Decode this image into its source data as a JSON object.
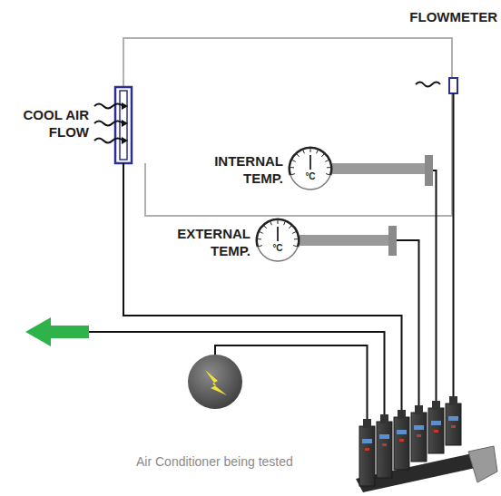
{
  "diagram": {
    "nodes": [
      {
        "text": [
          "°C"
        ]
      },
      {
        "text": [
          "°C"
        ]
      }
    ],
    "labels": [
      "FLOWMETER",
      "COOL AIR FLOW",
      "INTERNAL TEMP.",
      "EXTERNAL TEMP.",
      "Air Conditioner being tested"
    ]
  }
}
